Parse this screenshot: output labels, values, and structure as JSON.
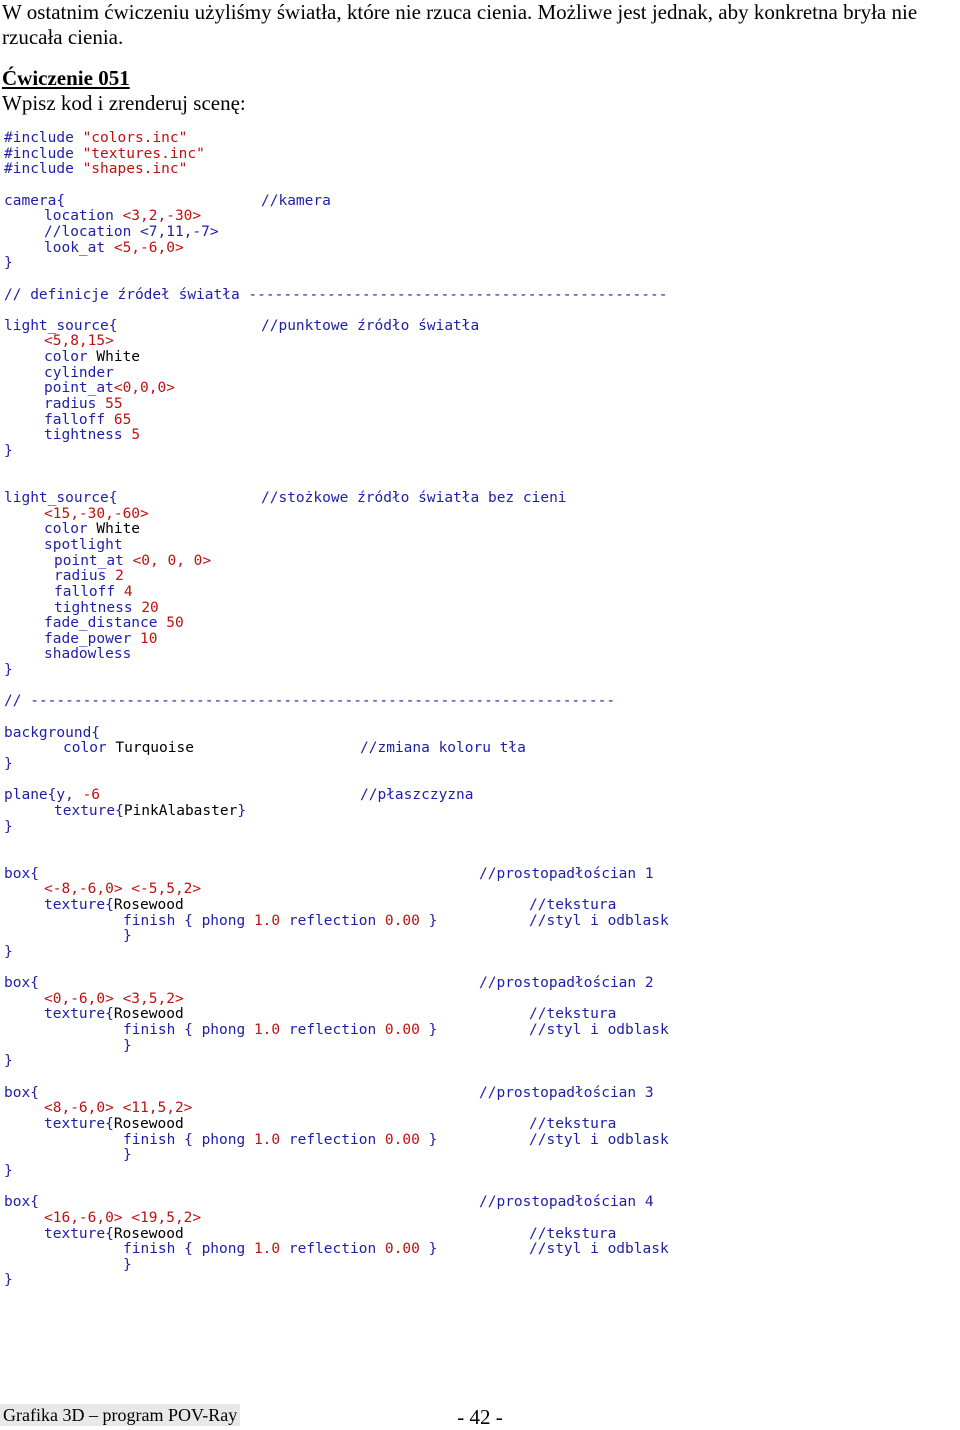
{
  "intro": "W ostatnim ćwiczeniu użyliśmy światła, które nie rzuca cienia. Możliwe jest jednak, aby konkretna bryła nie rzucała cienia.",
  "exercise": {
    "title": "Ćwiczenie 051",
    "instruction": "Wpisz kod i zrenderuj scenę:"
  },
  "colors": {
    "keyword": "#1e1ea8",
    "string": "#c01010",
    "number": "#c01010",
    "comment": "#1e1ea8",
    "identifier": "#000000",
    "footer_bg": "#e8e8e8"
  },
  "code": [
    {
      "indent": 0,
      "tokens": [
        {
          "t": "#include ",
          "c": "kw"
        },
        {
          "t": "\"colors.inc\"",
          "c": "str"
        }
      ]
    },
    {
      "indent": 0,
      "tokens": [
        {
          "t": "#include ",
          "c": "kw"
        },
        {
          "t": "\"textures.inc\"",
          "c": "str"
        }
      ]
    },
    {
      "indent": 0,
      "tokens": [
        {
          "t": "#include ",
          "c": "kw"
        },
        {
          "t": "\"shapes.inc\"",
          "c": "str"
        }
      ]
    },
    {
      "indent": 0,
      "tokens": [],
      "gap": true
    },
    {
      "indent": 0,
      "tokens": [
        {
          "t": "camera{",
          "c": "kw"
        }
      ],
      "comment": "//kamera",
      "ccol": 26
    },
    {
      "indent": 4,
      "tokens": [
        {
          "t": "location ",
          "c": "kw"
        },
        {
          "t": "<3,2,-30>",
          "c": "num"
        }
      ]
    },
    {
      "indent": 4,
      "tokens": [
        {
          "t": "//location <7,11,-7>",
          "c": "cmt"
        }
      ]
    },
    {
      "indent": 4,
      "tokens": [
        {
          "t": "look_at ",
          "c": "kw"
        },
        {
          "t": "<5,-6,0>",
          "c": "num"
        }
      ]
    },
    {
      "indent": 0,
      "tokens": [
        {
          "t": "}",
          "c": "pun"
        }
      ]
    },
    {
      "indent": 0,
      "tokens": [],
      "gap": true
    },
    {
      "indent": 0,
      "tokens": [
        {
          "t": "// definicje źródeł światła ------------------------------------------------",
          "c": "cmt"
        }
      ]
    },
    {
      "indent": 0,
      "tokens": [],
      "gap": true
    },
    {
      "indent": 0,
      "tokens": [
        {
          "t": "light_source{",
          "c": "kw"
        }
      ],
      "comment": "//punktowe źródło światła",
      "ccol": 26
    },
    {
      "indent": 4,
      "tokens": [
        {
          "t": "<5,8,15>",
          "c": "num"
        }
      ]
    },
    {
      "indent": 4,
      "tokens": [
        {
          "t": "color ",
          "c": "kw"
        },
        {
          "t": "White",
          "c": "id"
        }
      ]
    },
    {
      "indent": 4,
      "tokens": [
        {
          "t": "cylinder",
          "c": "kw"
        }
      ]
    },
    {
      "indent": 4,
      "tokens": [
        {
          "t": "point_at",
          "c": "kw"
        },
        {
          "t": "<0,0,0>",
          "c": "num"
        }
      ]
    },
    {
      "indent": 4,
      "tokens": [
        {
          "t": "radius ",
          "c": "kw"
        },
        {
          "t": "55",
          "c": "num"
        }
      ]
    },
    {
      "indent": 4,
      "tokens": [
        {
          "t": "falloff ",
          "c": "kw"
        },
        {
          "t": "65",
          "c": "num"
        }
      ]
    },
    {
      "indent": 4,
      "tokens": [
        {
          "t": "tightness ",
          "c": "kw"
        },
        {
          "t": "5",
          "c": "num"
        }
      ]
    },
    {
      "indent": 0,
      "tokens": [
        {
          "t": "}",
          "c": "pun"
        }
      ]
    },
    {
      "indent": 0,
      "tokens": [],
      "gap": true
    },
    {
      "indent": 0,
      "tokens": [],
      "gap": true
    },
    {
      "indent": 0,
      "tokens": [
        {
          "t": "light_source{",
          "c": "kw"
        }
      ],
      "comment": "//stożkowe źródło światła bez cieni",
      "ccol": 26
    },
    {
      "indent": 4,
      "tokens": [
        {
          "t": "<15,-30,-60>",
          "c": "num"
        }
      ]
    },
    {
      "indent": 4,
      "tokens": [
        {
          "t": "color ",
          "c": "kw"
        },
        {
          "t": "White",
          "c": "id"
        }
      ]
    },
    {
      "indent": 4,
      "tokens": [
        {
          "t": "spotlight",
          "c": "kw"
        }
      ]
    },
    {
      "indent": 5,
      "tokens": [
        {
          "t": "point_at ",
          "c": "kw"
        },
        {
          "t": "<0, 0, 0>",
          "c": "num"
        }
      ]
    },
    {
      "indent": 5,
      "tokens": [
        {
          "t": "radius ",
          "c": "kw"
        },
        {
          "t": "2",
          "c": "num"
        }
      ]
    },
    {
      "indent": 5,
      "tokens": [
        {
          "t": "falloff ",
          "c": "kw"
        },
        {
          "t": "4",
          "c": "num"
        }
      ]
    },
    {
      "indent": 5,
      "tokens": [
        {
          "t": "tightness ",
          "c": "kw"
        },
        {
          "t": "20",
          "c": "num"
        }
      ]
    },
    {
      "indent": 4,
      "tokens": [
        {
          "t": "fade_distance ",
          "c": "kw"
        },
        {
          "t": "50",
          "c": "num"
        }
      ]
    },
    {
      "indent": 4,
      "tokens": [
        {
          "t": "fade_power ",
          "c": "kw"
        },
        {
          "t": "10",
          "c": "num"
        }
      ]
    },
    {
      "indent": 4,
      "tokens": [
        {
          "t": "shadowless",
          "c": "kw"
        }
      ]
    },
    {
      "indent": 0,
      "tokens": [
        {
          "t": "}",
          "c": "pun"
        }
      ]
    },
    {
      "indent": 0,
      "tokens": [],
      "gap": true
    },
    {
      "indent": 0,
      "tokens": [
        {
          "t": "// -------------------------------------------------------------------",
          "c": "cmt"
        }
      ]
    },
    {
      "indent": 0,
      "tokens": [],
      "gap": true
    },
    {
      "indent": 0,
      "tokens": [
        {
          "t": "background{",
          "c": "kw"
        }
      ]
    },
    {
      "indent": 6,
      "tokens": [
        {
          "t": "color ",
          "c": "kw"
        },
        {
          "t": "Turquoise",
          "c": "id"
        }
      ],
      "comment": "//zmiana koloru tła",
      "ccol": 36
    },
    {
      "indent": 0,
      "tokens": [
        {
          "t": "}",
          "c": "pun"
        }
      ]
    },
    {
      "indent": 0,
      "tokens": [],
      "gap": true
    },
    {
      "indent": 0,
      "tokens": [
        {
          "t": "plane{y, ",
          "c": "kw"
        },
        {
          "t": "-6",
          "c": "num"
        }
      ],
      "comment": "//płaszczyzna",
      "ccol": 36
    },
    {
      "indent": 5,
      "tokens": [
        {
          "t": "texture{",
          "c": "kw"
        },
        {
          "t": "PinkAlabaster",
          "c": "id"
        },
        {
          "t": "}",
          "c": "pun"
        }
      ]
    },
    {
      "indent": 0,
      "tokens": [
        {
          "t": "}",
          "c": "pun"
        }
      ]
    },
    {
      "indent": 0,
      "tokens": [],
      "gap": true
    },
    {
      "indent": 0,
      "tokens": [],
      "gap": true
    },
    {
      "indent": 0,
      "tokens": [
        {
          "t": "box{",
          "c": "kw"
        }
      ],
      "comment": "//prostopadłościan 1",
      "ccol": 48
    },
    {
      "indent": 4,
      "tokens": [
        {
          "t": "<-8,-6,0> <-5,5,2>",
          "c": "num"
        }
      ]
    },
    {
      "indent": 4,
      "tokens": [
        {
          "t": "texture{",
          "c": "kw"
        },
        {
          "t": "Rosewood",
          "c": "id"
        }
      ],
      "comment": "//tekstura",
      "ccol": 53
    },
    {
      "indent": 12,
      "tokens": [
        {
          "t": "finish { phong ",
          "c": "kw"
        },
        {
          "t": "1.0",
          "c": "num"
        },
        {
          "t": " reflection ",
          "c": "kw"
        },
        {
          "t": "0.00",
          "c": "num"
        },
        {
          "t": " }",
          "c": "kw"
        }
      ],
      "comment": "//styl i odblask",
      "ccol": 53
    },
    {
      "indent": 12,
      "tokens": [
        {
          "t": "}",
          "c": "pun"
        }
      ]
    },
    {
      "indent": 0,
      "tokens": [
        {
          "t": "}",
          "c": "pun"
        }
      ]
    },
    {
      "indent": 0,
      "tokens": [],
      "gap": true
    },
    {
      "indent": 0,
      "tokens": [
        {
          "t": "box{",
          "c": "kw"
        }
      ],
      "comment": "//prostopadłościan 2",
      "ccol": 48
    },
    {
      "indent": 4,
      "tokens": [
        {
          "t": "<0,-6,0> <3,5,2>",
          "c": "num"
        }
      ]
    },
    {
      "indent": 4,
      "tokens": [
        {
          "t": "texture{",
          "c": "kw"
        },
        {
          "t": "Rosewood",
          "c": "id"
        }
      ],
      "comment": "//tekstura",
      "ccol": 53
    },
    {
      "indent": 12,
      "tokens": [
        {
          "t": "finish { phong ",
          "c": "kw"
        },
        {
          "t": "1.0",
          "c": "num"
        },
        {
          "t": " reflection ",
          "c": "kw"
        },
        {
          "t": "0.00",
          "c": "num"
        },
        {
          "t": " }",
          "c": "kw"
        }
      ],
      "comment": "//styl i odblask",
      "ccol": 53
    },
    {
      "indent": 12,
      "tokens": [
        {
          "t": "}",
          "c": "pun"
        }
      ]
    },
    {
      "indent": 0,
      "tokens": [
        {
          "t": "}",
          "c": "pun"
        }
      ]
    },
    {
      "indent": 0,
      "tokens": [],
      "gap": true
    },
    {
      "indent": 0,
      "tokens": [
        {
          "t": "box{",
          "c": "kw"
        }
      ],
      "comment": "//prostopadłościan 3",
      "ccol": 48
    },
    {
      "indent": 4,
      "tokens": [
        {
          "t": "<8,-6,0> <11,5,2>",
          "c": "num"
        }
      ]
    },
    {
      "indent": 4,
      "tokens": [
        {
          "t": "texture{",
          "c": "kw"
        },
        {
          "t": "Rosewood",
          "c": "id"
        }
      ],
      "comment": "//tekstura",
      "ccol": 53
    },
    {
      "indent": 12,
      "tokens": [
        {
          "t": "finish { phong ",
          "c": "kw"
        },
        {
          "t": "1.0",
          "c": "num"
        },
        {
          "t": " reflection ",
          "c": "kw"
        },
        {
          "t": "0.00",
          "c": "num"
        },
        {
          "t": " }",
          "c": "kw"
        }
      ],
      "comment": "//styl i odblask",
      "ccol": 53
    },
    {
      "indent": 12,
      "tokens": [
        {
          "t": "}",
          "c": "pun"
        }
      ]
    },
    {
      "indent": 0,
      "tokens": [
        {
          "t": "}",
          "c": "pun"
        }
      ]
    },
    {
      "indent": 0,
      "tokens": [],
      "gap": true
    },
    {
      "indent": 0,
      "tokens": [
        {
          "t": "box{",
          "c": "kw"
        }
      ],
      "comment": "//prostopadłościan 4",
      "ccol": 48
    },
    {
      "indent": 4,
      "tokens": [
        {
          "t": "<16,-6,0> <19,5,2>",
          "c": "num"
        }
      ]
    },
    {
      "indent": 4,
      "tokens": [
        {
          "t": "texture{",
          "c": "kw"
        },
        {
          "t": "Rosewood",
          "c": "id"
        }
      ],
      "comment": "//tekstura",
      "ccol": 53
    },
    {
      "indent": 12,
      "tokens": [
        {
          "t": "finish { phong ",
          "c": "kw"
        },
        {
          "t": "1.0",
          "c": "num"
        },
        {
          "t": " reflection ",
          "c": "kw"
        },
        {
          "t": "0.00",
          "c": "num"
        },
        {
          "t": " }",
          "c": "kw"
        }
      ],
      "comment": "//styl i odblask",
      "ccol": 53
    },
    {
      "indent": 12,
      "tokens": [
        {
          "t": "}",
          "c": "pun"
        }
      ]
    },
    {
      "indent": 0,
      "tokens": [
        {
          "t": "}",
          "c": "pun"
        }
      ]
    }
  ],
  "footer": {
    "left": "Grafika 3D – program POV-Ray",
    "page": "- 42 -"
  }
}
